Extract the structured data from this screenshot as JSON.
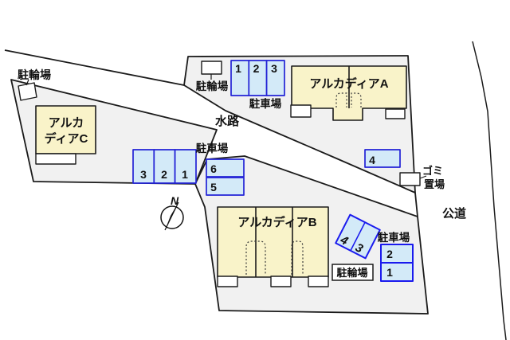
{
  "map": {
    "colors": {
      "parcel_fill": "#f1f1f1",
      "building_fill": "#f9f3c9",
      "parking_fill": "#d3eaf8",
      "parking_border": "#2323d6",
      "outline": "#1b1b1b",
      "white": "#ffffff"
    },
    "labels": {
      "bike_left": "駐輪場",
      "bike_top": "駐輪場",
      "bike_bottom": "駐輪場",
      "parking_top": "駐車場",
      "parking_mid": "駐車場",
      "parking_bottom": "駐車場",
      "waterway": "水路",
      "public_road": "公道",
      "garbage_line1": "ゴミ",
      "garbage_line2": "置場",
      "building_a": "アルカディアA",
      "building_b": "アルカディアB",
      "building_c_line1": "アルカ",
      "building_c_line2": "ディアC",
      "compass_north": "N"
    },
    "parking_numbers": {
      "top_row": [
        "1",
        "2",
        "3"
      ],
      "left_row": [
        "3",
        "2",
        "1"
      ],
      "stack_65": [
        "6",
        "5"
      ],
      "single": "4",
      "rotated": [
        "4",
        "3"
      ],
      "stack_21": [
        "2",
        "1"
      ]
    }
  }
}
